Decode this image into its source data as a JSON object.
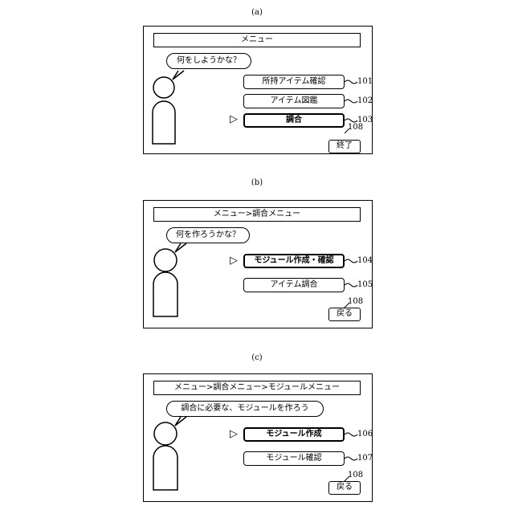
{
  "panels": [
    {
      "label": "(a)",
      "title": "メニュー",
      "speech": "何をしようかな？",
      "buttons": [
        {
          "text": "所持アイテム確認",
          "ref": "101",
          "selected": false
        },
        {
          "text": "アイテム図鑑",
          "ref": "102",
          "selected": false
        },
        {
          "text": "調合",
          "ref": "103",
          "selected": true
        }
      ],
      "corner_button": {
        "text": "終了",
        "ref": "108"
      }
    },
    {
      "label": "(b)",
      "title": "メニュー>調合メニュー",
      "speech": "何を作ろうかな？",
      "buttons": [
        {
          "text": "モジュール作成・確認",
          "ref": "104",
          "selected": true
        },
        {
          "text": "アイテム調合",
          "ref": "105",
          "selected": false
        }
      ],
      "corner_button": {
        "text": "戻る",
        "ref": "108"
      }
    },
    {
      "label": "(c)",
      "title": "メニュー>調合メニュー>モジュールメニュー",
      "speech": "調合に必要な、モジュールを作ろう",
      "buttons": [
        {
          "text": "モジュール作成",
          "ref": "106",
          "selected": true
        },
        {
          "text": "モジュール確認",
          "ref": "107",
          "selected": false
        }
      ],
      "corner_button": {
        "text": "戻る",
        "ref": "108"
      }
    }
  ]
}
